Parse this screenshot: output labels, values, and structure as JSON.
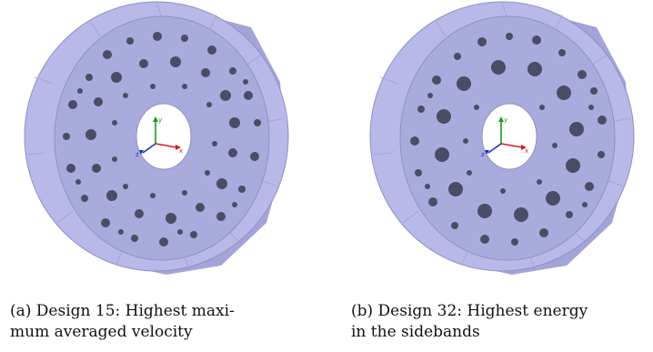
{
  "figures": [
    {
      "id": "a",
      "caption": {
        "line1": "(a) Design 15: Highest maxi-",
        "line2": "mum averaged velocity"
      },
      "axes": {
        "x": "x",
        "y": "y",
        "z": "z"
      },
      "colors": {
        "body": "#b8b9e8",
        "shade": "#a3a5d8",
        "holes": "#4b4d66",
        "edges": "#8f91c4"
      }
    },
    {
      "id": "b",
      "caption": {
        "line1": "(b) Design 32: Highest energy",
        "line2": "in the sidebands"
      },
      "axes": {
        "x": "x",
        "y": "y",
        "z": "z"
      },
      "colors": {
        "body": "#b8b9e8",
        "shade": "#a3a5d8",
        "holes": "#4b4d66",
        "edges": "#8f91c4"
      }
    }
  ]
}
